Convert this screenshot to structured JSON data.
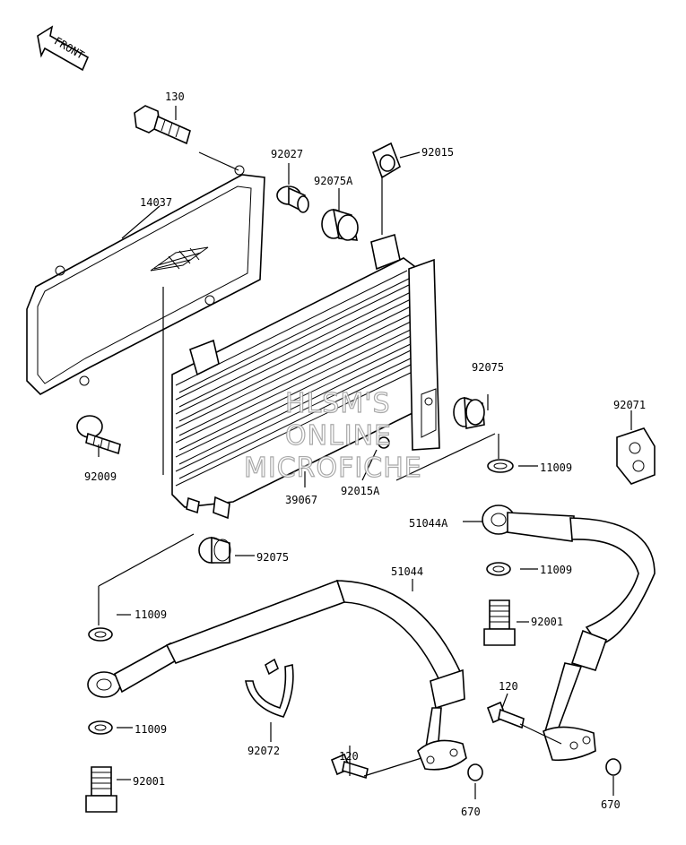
{
  "front_label": "FRONT",
  "watermark": {
    "line1": "HLSM'S",
    "line2": "ONLINE",
    "line3": "MICROFICHE"
  },
  "parts": [
    {
      "id": "p130",
      "number": "130"
    },
    {
      "id": "p14037",
      "number": "14037"
    },
    {
      "id": "p92027",
      "number": "92027"
    },
    {
      "id": "p92075A",
      "number": "92075A"
    },
    {
      "id": "p92015",
      "number": "92015"
    },
    {
      "id": "p92009",
      "number": "92009"
    },
    {
      "id": "p39067",
      "number": "39067"
    },
    {
      "id": "p92015A",
      "number": "92015A"
    },
    {
      "id": "p92075_right",
      "number": "92075"
    },
    {
      "id": "p92071",
      "number": "92071"
    },
    {
      "id": "p11009_a",
      "number": "11009"
    },
    {
      "id": "p51044A",
      "number": "51044A"
    },
    {
      "id": "p92075_left",
      "number": "92075"
    },
    {
      "id": "p51044",
      "number": "51044"
    },
    {
      "id": "p11009_b",
      "number": "11009"
    },
    {
      "id": "p11009_c",
      "number": "11009"
    },
    {
      "id": "p92001_right",
      "number": "92001"
    },
    {
      "id": "p120_right",
      "number": "120"
    },
    {
      "id": "p11009_d",
      "number": "11009"
    },
    {
      "id": "p92072",
      "number": "92072"
    },
    {
      "id": "p120_mid",
      "number": "120"
    },
    {
      "id": "p92001_left",
      "number": "92001"
    },
    {
      "id": "p670_mid",
      "number": "670"
    },
    {
      "id": "p670_right",
      "number": "670"
    }
  ]
}
